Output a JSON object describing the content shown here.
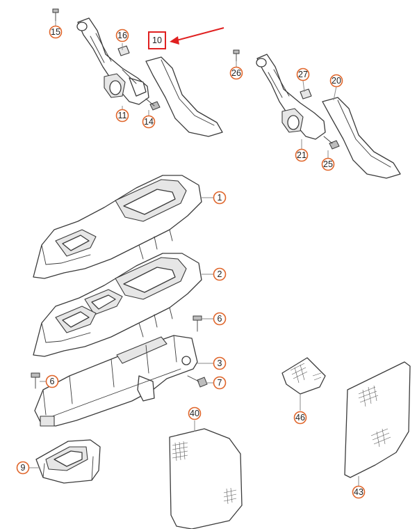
{
  "diagram": {
    "callouts": [
      {
        "id": "c15",
        "label": "15"
      },
      {
        "id": "c16",
        "label": "16"
      },
      {
        "id": "c10",
        "label": "10"
      },
      {
        "id": "c11",
        "label": "11"
      },
      {
        "id": "c14",
        "label": "14"
      },
      {
        "id": "c26",
        "label": "26"
      },
      {
        "id": "c27",
        "label": "27"
      },
      {
        "id": "c20",
        "label": "20"
      },
      {
        "id": "c21",
        "label": "21"
      },
      {
        "id": "c25",
        "label": "25"
      },
      {
        "id": "c1",
        "label": "1"
      },
      {
        "id": "c2",
        "label": "2"
      },
      {
        "id": "c6a",
        "label": "6"
      },
      {
        "id": "c3",
        "label": "3"
      },
      {
        "id": "c6b",
        "label": "6"
      },
      {
        "id": "c7",
        "label": "7"
      },
      {
        "id": "c40",
        "label": "40"
      },
      {
        "id": "c46",
        "label": "46"
      },
      {
        "id": "c9",
        "label": "9"
      },
      {
        "id": "c43",
        "label": "43"
      }
    ],
    "highlight": {
      "label": "10",
      "color": "#e02020"
    },
    "callout_ring_color": "#e0652a"
  }
}
